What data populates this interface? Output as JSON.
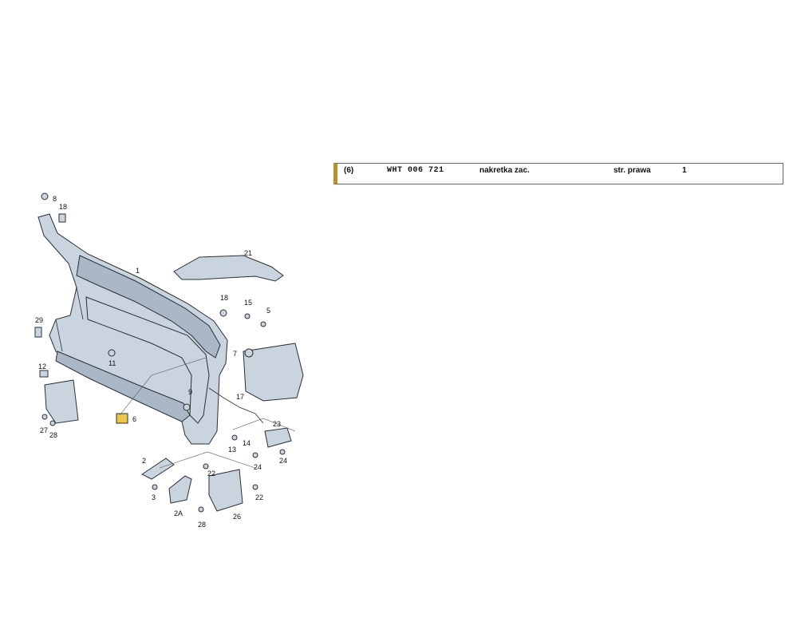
{
  "row": {
    "ref": "(6)",
    "part_number": "WHT  006  721",
    "name": "nakretka zac.",
    "side": "str. prawa",
    "qty": "1"
  },
  "callouts": [
    "1",
    "8",
    "18",
    "29",
    "12",
    "27",
    "28",
    "6",
    "11",
    "9",
    "2",
    "3",
    "2A",
    "22",
    "28",
    "26",
    "17",
    "14",
    "13",
    "24",
    "23",
    "24",
    "22",
    "21",
    "18",
    "15",
    "5",
    "7"
  ]
}
